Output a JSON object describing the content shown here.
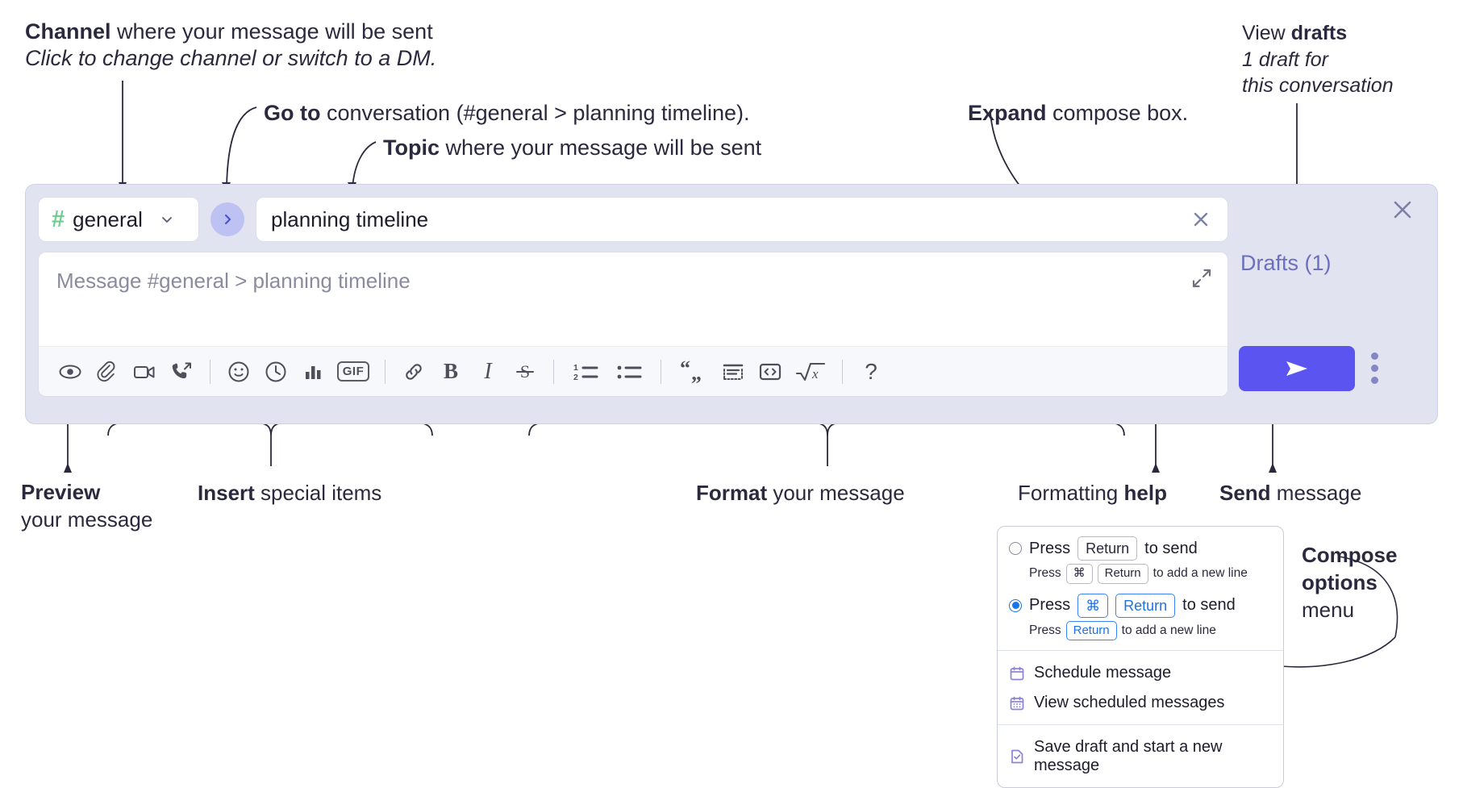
{
  "annotations": {
    "channel": {
      "bold": "Channel",
      "rest": " where your message will be sent",
      "italic": "Click to change channel or switch to a DM."
    },
    "goto": {
      "bold": "Go to",
      "rest": " conversation (#general > planning timeline)."
    },
    "topic": {
      "bold": "Topic",
      "rest": " where your message will be sent"
    },
    "expand": {
      "bold": "Expand",
      "rest": " compose box."
    },
    "view_drafts": {
      "line1_plain": "View ",
      "line1_bold": "drafts",
      "line2": "1 draft for",
      "line3": "this conversation"
    },
    "preview": {
      "bold": "Preview",
      "rest": "your message"
    },
    "insert": {
      "bold": "Insert",
      "rest": " special items"
    },
    "format": {
      "bold": "Format",
      "rest": " your message"
    },
    "help": {
      "plain": "Formatting ",
      "bold": "help"
    },
    "send": {
      "bold": "Send",
      "rest": " message"
    },
    "compose_options": {
      "bold1": "Compose",
      "bold2": "options",
      "rest": "menu"
    }
  },
  "compose": {
    "channel": {
      "hash": "#",
      "name": "general",
      "caret_icon": "chevron-down-icon"
    },
    "goto_icon": "chevron-right-icon",
    "topic": {
      "value": "planning timeline",
      "clear_icon": "close-icon"
    },
    "message": {
      "placeholder": "Message #general > planning timeline",
      "expand_icon": "expand-icon"
    },
    "toolbar": [
      {
        "name": "preview-icon",
        "label": "Preview"
      },
      {
        "name": "attachment-icon",
        "label": "Attach file"
      },
      {
        "name": "video-icon",
        "label": "Video clip"
      },
      {
        "name": "audio-call-icon",
        "label": "Audio clip"
      },
      {
        "name": "separator",
        "label": ""
      },
      {
        "name": "emoji-icon",
        "label": "Emoji"
      },
      {
        "name": "clock-icon",
        "label": "Schedule"
      },
      {
        "name": "poll-icon",
        "label": "Poll"
      },
      {
        "name": "gif-icon",
        "label": "GIF"
      },
      {
        "name": "separator",
        "label": ""
      },
      {
        "name": "link-icon",
        "label": "Link"
      },
      {
        "name": "bold-icon",
        "label": "B"
      },
      {
        "name": "italic-icon",
        "label": "I"
      },
      {
        "name": "strikethrough-icon",
        "label": "S"
      },
      {
        "name": "separator",
        "label": ""
      },
      {
        "name": "ordered-list-icon",
        "label": "Numbered list"
      },
      {
        "name": "bulleted-list-icon",
        "label": "Bulleted list"
      },
      {
        "name": "separator",
        "label": ""
      },
      {
        "name": "blockquote-icon",
        "label": "Quote"
      },
      {
        "name": "code-block-icon",
        "label": "Code block"
      },
      {
        "name": "inline-code-icon",
        "label": "Code"
      },
      {
        "name": "math-icon",
        "label": "Math"
      },
      {
        "name": "separator",
        "label": ""
      },
      {
        "name": "help-icon",
        "label": "?"
      }
    ],
    "rail": {
      "close_icon": "close-icon",
      "drafts_label": "Drafts (1)",
      "send_icon": "send-icon",
      "kebab_icon": "more-options-icon"
    }
  },
  "options_menu": {
    "radio_options": [
      {
        "selected": false,
        "main_pre": "Press",
        "main_keys": [
          "Return"
        ],
        "main_post": "to send",
        "sub_pre": "Press",
        "sub_keys": [
          "⌘",
          "Return"
        ],
        "sub_post": "to add a new line"
      },
      {
        "selected": true,
        "main_pre": "Press",
        "main_keys": [
          "⌘",
          "Return"
        ],
        "main_post": "to send",
        "sub_pre": "Press",
        "sub_keys": [
          "Return"
        ],
        "sub_post": "to add a new line"
      }
    ],
    "items": [
      {
        "icon": "calendar-icon",
        "label": "Schedule message"
      },
      {
        "icon": "calendar-grid-icon",
        "label": "View scheduled messages"
      },
      {
        "icon": "save-draft-icon",
        "label": "Save draft and start a new message"
      }
    ]
  },
  "colors": {
    "panel_bg": "#e2e3f0",
    "send_button": "#5b54f0",
    "hash_green": "#6ece8f",
    "drafts_purple": "#6b6fbe",
    "goto_circle": "#bdc2f2",
    "radio_blue": "#1a73e8",
    "menu_icon_purple": "#8b83d6"
  }
}
